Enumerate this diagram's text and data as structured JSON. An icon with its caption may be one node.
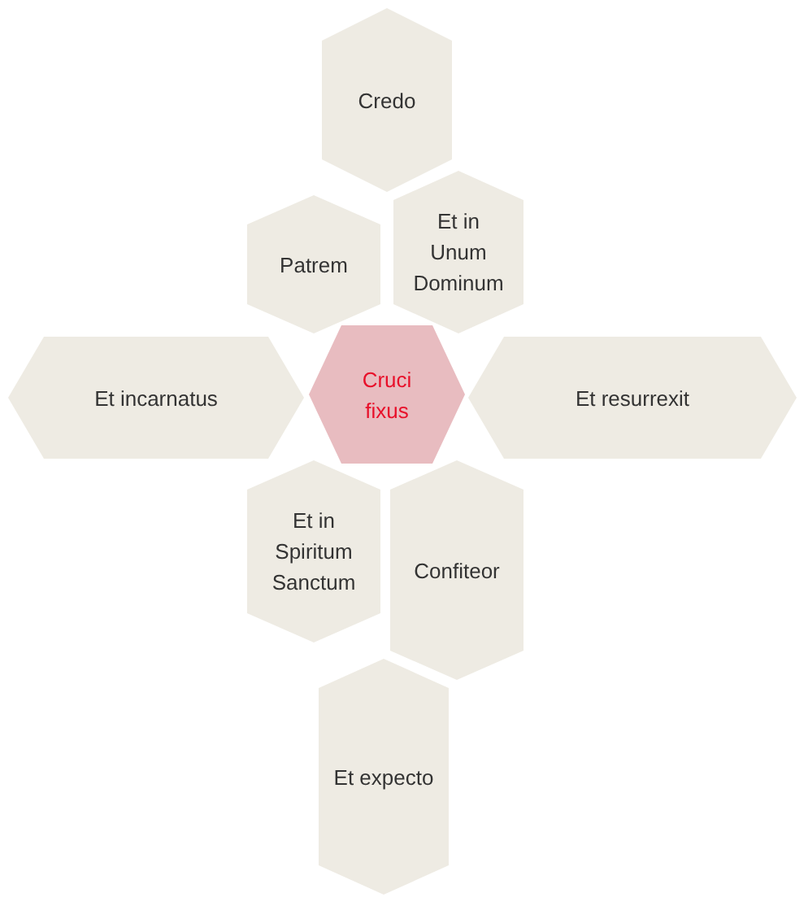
{
  "diagram": {
    "nodes": [
      {
        "text": [
          "Credo"
        ]
      },
      {
        "text": [
          "Patrem"
        ]
      },
      {
        "text": [
          "Et in Unum Dominum"
        ]
      },
      {
        "text": [
          "Et incarnatus"
        ]
      },
      {
        "text": [
          "Cruci fixus"
        ]
      },
      {
        "text": [
          "Et resurrexit"
        ]
      },
      {
        "text": [
          "Et in Spiritum Sanctum"
        ]
      },
      {
        "text": [
          "Confiteor"
        ]
      },
      {
        "text": [
          "Et expecto"
        ]
      }
    ]
  }
}
